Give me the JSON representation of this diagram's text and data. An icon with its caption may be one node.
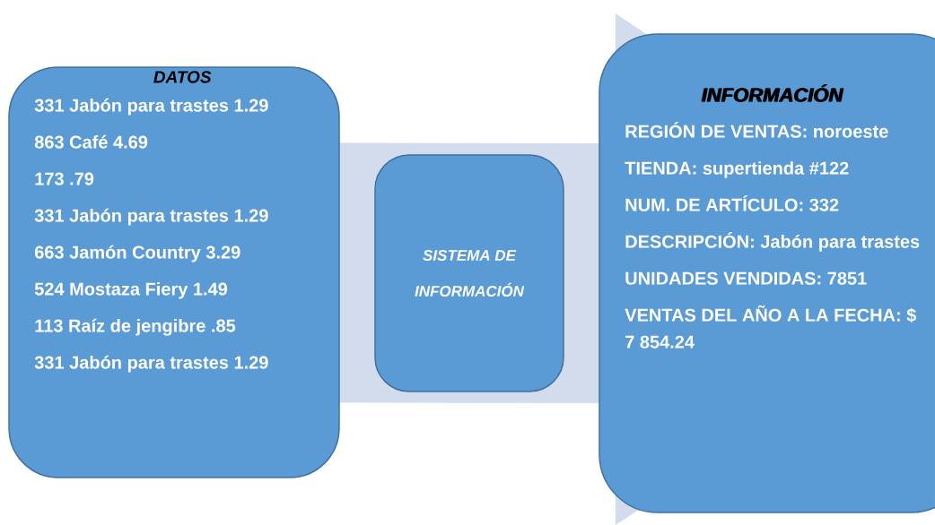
{
  "diagram": {
    "nodes": [
      {
        "text": [
          "DATOS",
          "331 Jabón para trastes 1.29",
          "863 Café 4.69",
          "173 .79",
          "331 Jabón para trastes 1.29",
          "663 Jamón Country 3.29",
          "524 Mostaza Fiery 1.49",
          "113 Raíz de jengibre .85",
          "331 Jabón para trastes 1.29"
        ]
      },
      {
        "text": [
          "SISTEMA DE INFORMACIÓN"
        ]
      },
      {
        "text": [
          "INFORMACIÓN",
          "REGIÓN DE VENTAS: noroeste",
          "TIENDA: supertienda #122",
          "NUM. DE ARTÍCULO: 332",
          "DESCRIPCIÓN: Jabón para trastes",
          "UNIDADES VENDIDAS: 7851",
          "VENTAS DEL AÑO A LA FECHA: $ 7 854.24"
        ]
      }
    ],
    "edges": [
      {
        "from": 0,
        "to": 2,
        "arrow": "to"
      }
    ]
  }
}
